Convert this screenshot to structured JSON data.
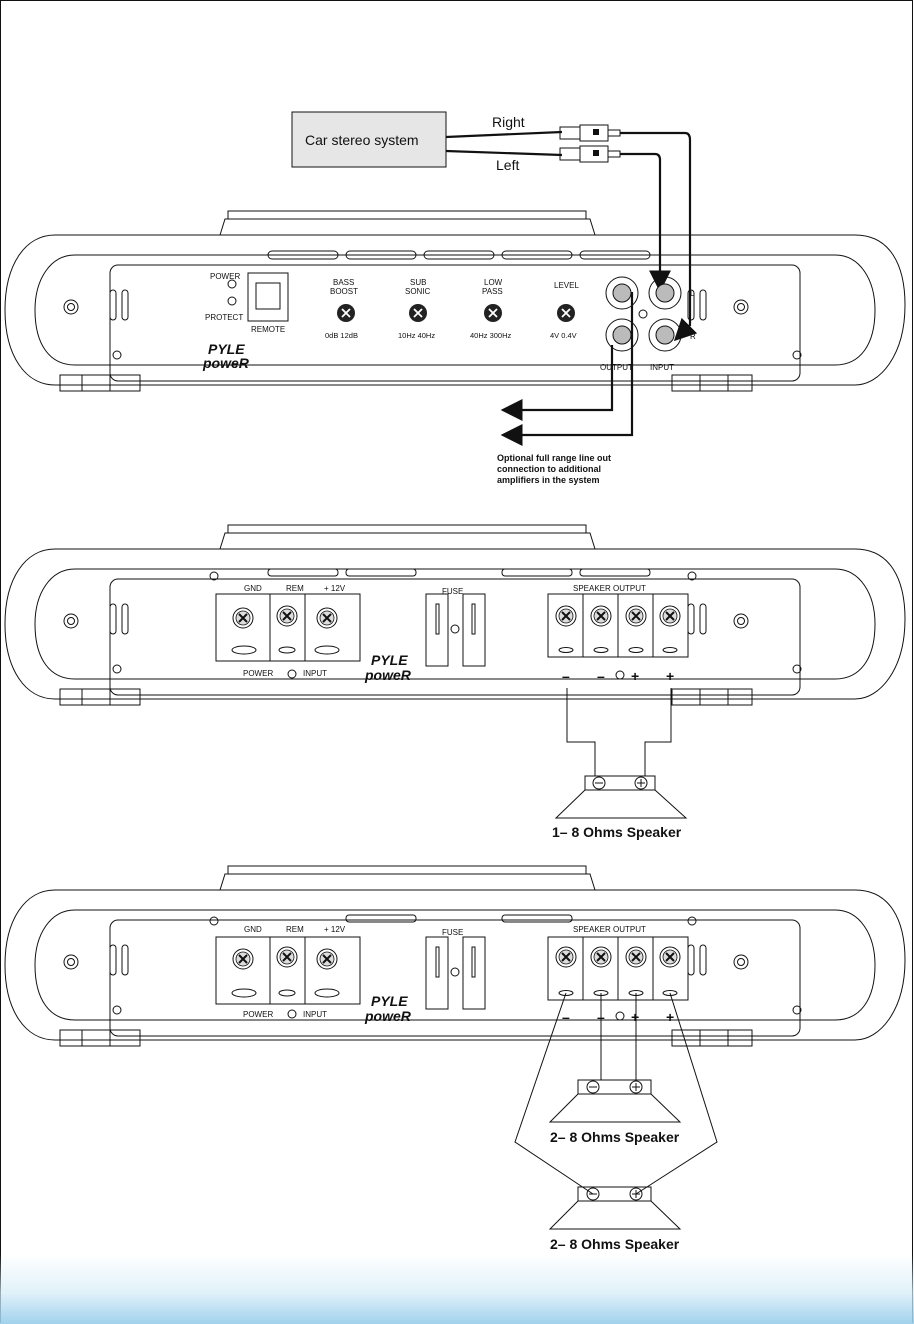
{
  "stereo": {
    "box_label": "Car  stereo  system",
    "right": "Right",
    "left": "Left"
  },
  "panel1": {
    "power": "POWER",
    "protect": "PROTECT",
    "remote": "REMOTE",
    "bass_boost": [
      "BASS",
      "BOOST"
    ],
    "bass_range": "0dB  12dB",
    "sub_sonic": [
      "SUB",
      "SONIC"
    ],
    "sub_range": "10Hz 40Hz",
    "low_pass": [
      "LOW",
      "PASS"
    ],
    "low_range": "40Hz  300Hz",
    "level": "LEVEL",
    "level_range": "4V   0.4V",
    "output": "OUTPUT",
    "input": "INPUT",
    "l": "L",
    "r": "R",
    "brand_top": "PYLE",
    "brand_bottom": "poweR",
    "note": [
      "Optional  full  range  line  out",
      "connection  to  additional",
      "amplifiers  in  the  system"
    ]
  },
  "panel2": {
    "gnd": "GND",
    "rem": "REM",
    "v12": "+ 12V",
    "fuse": "FUSE",
    "speaker_output": "SPEAKER OUTPUT",
    "power": "POWER",
    "input": "INPUT",
    "brand_top": "PYLE",
    "brand_bottom": "poweR",
    "minus": "–",
    "plus": "+",
    "speaker_label": "1– 8    Ohms  Speaker"
  },
  "panel3": {
    "gnd": "GND",
    "rem": "REM",
    "v12": "+ 12V",
    "fuse": "FUSE",
    "speaker_output": "SPEAKER OUTPUT",
    "power": "POWER",
    "input": "INPUT",
    "brand_top": "PYLE",
    "brand_bottom": "poweR",
    "minus": "–",
    "plus": "+",
    "speaker_a_label": "2– 8    Ohms  Speaker",
    "speaker_b_label": "2– 8    Ohms  Speaker"
  },
  "colors": {
    "ink": "#111111",
    "footer": "#96cdeb"
  }
}
